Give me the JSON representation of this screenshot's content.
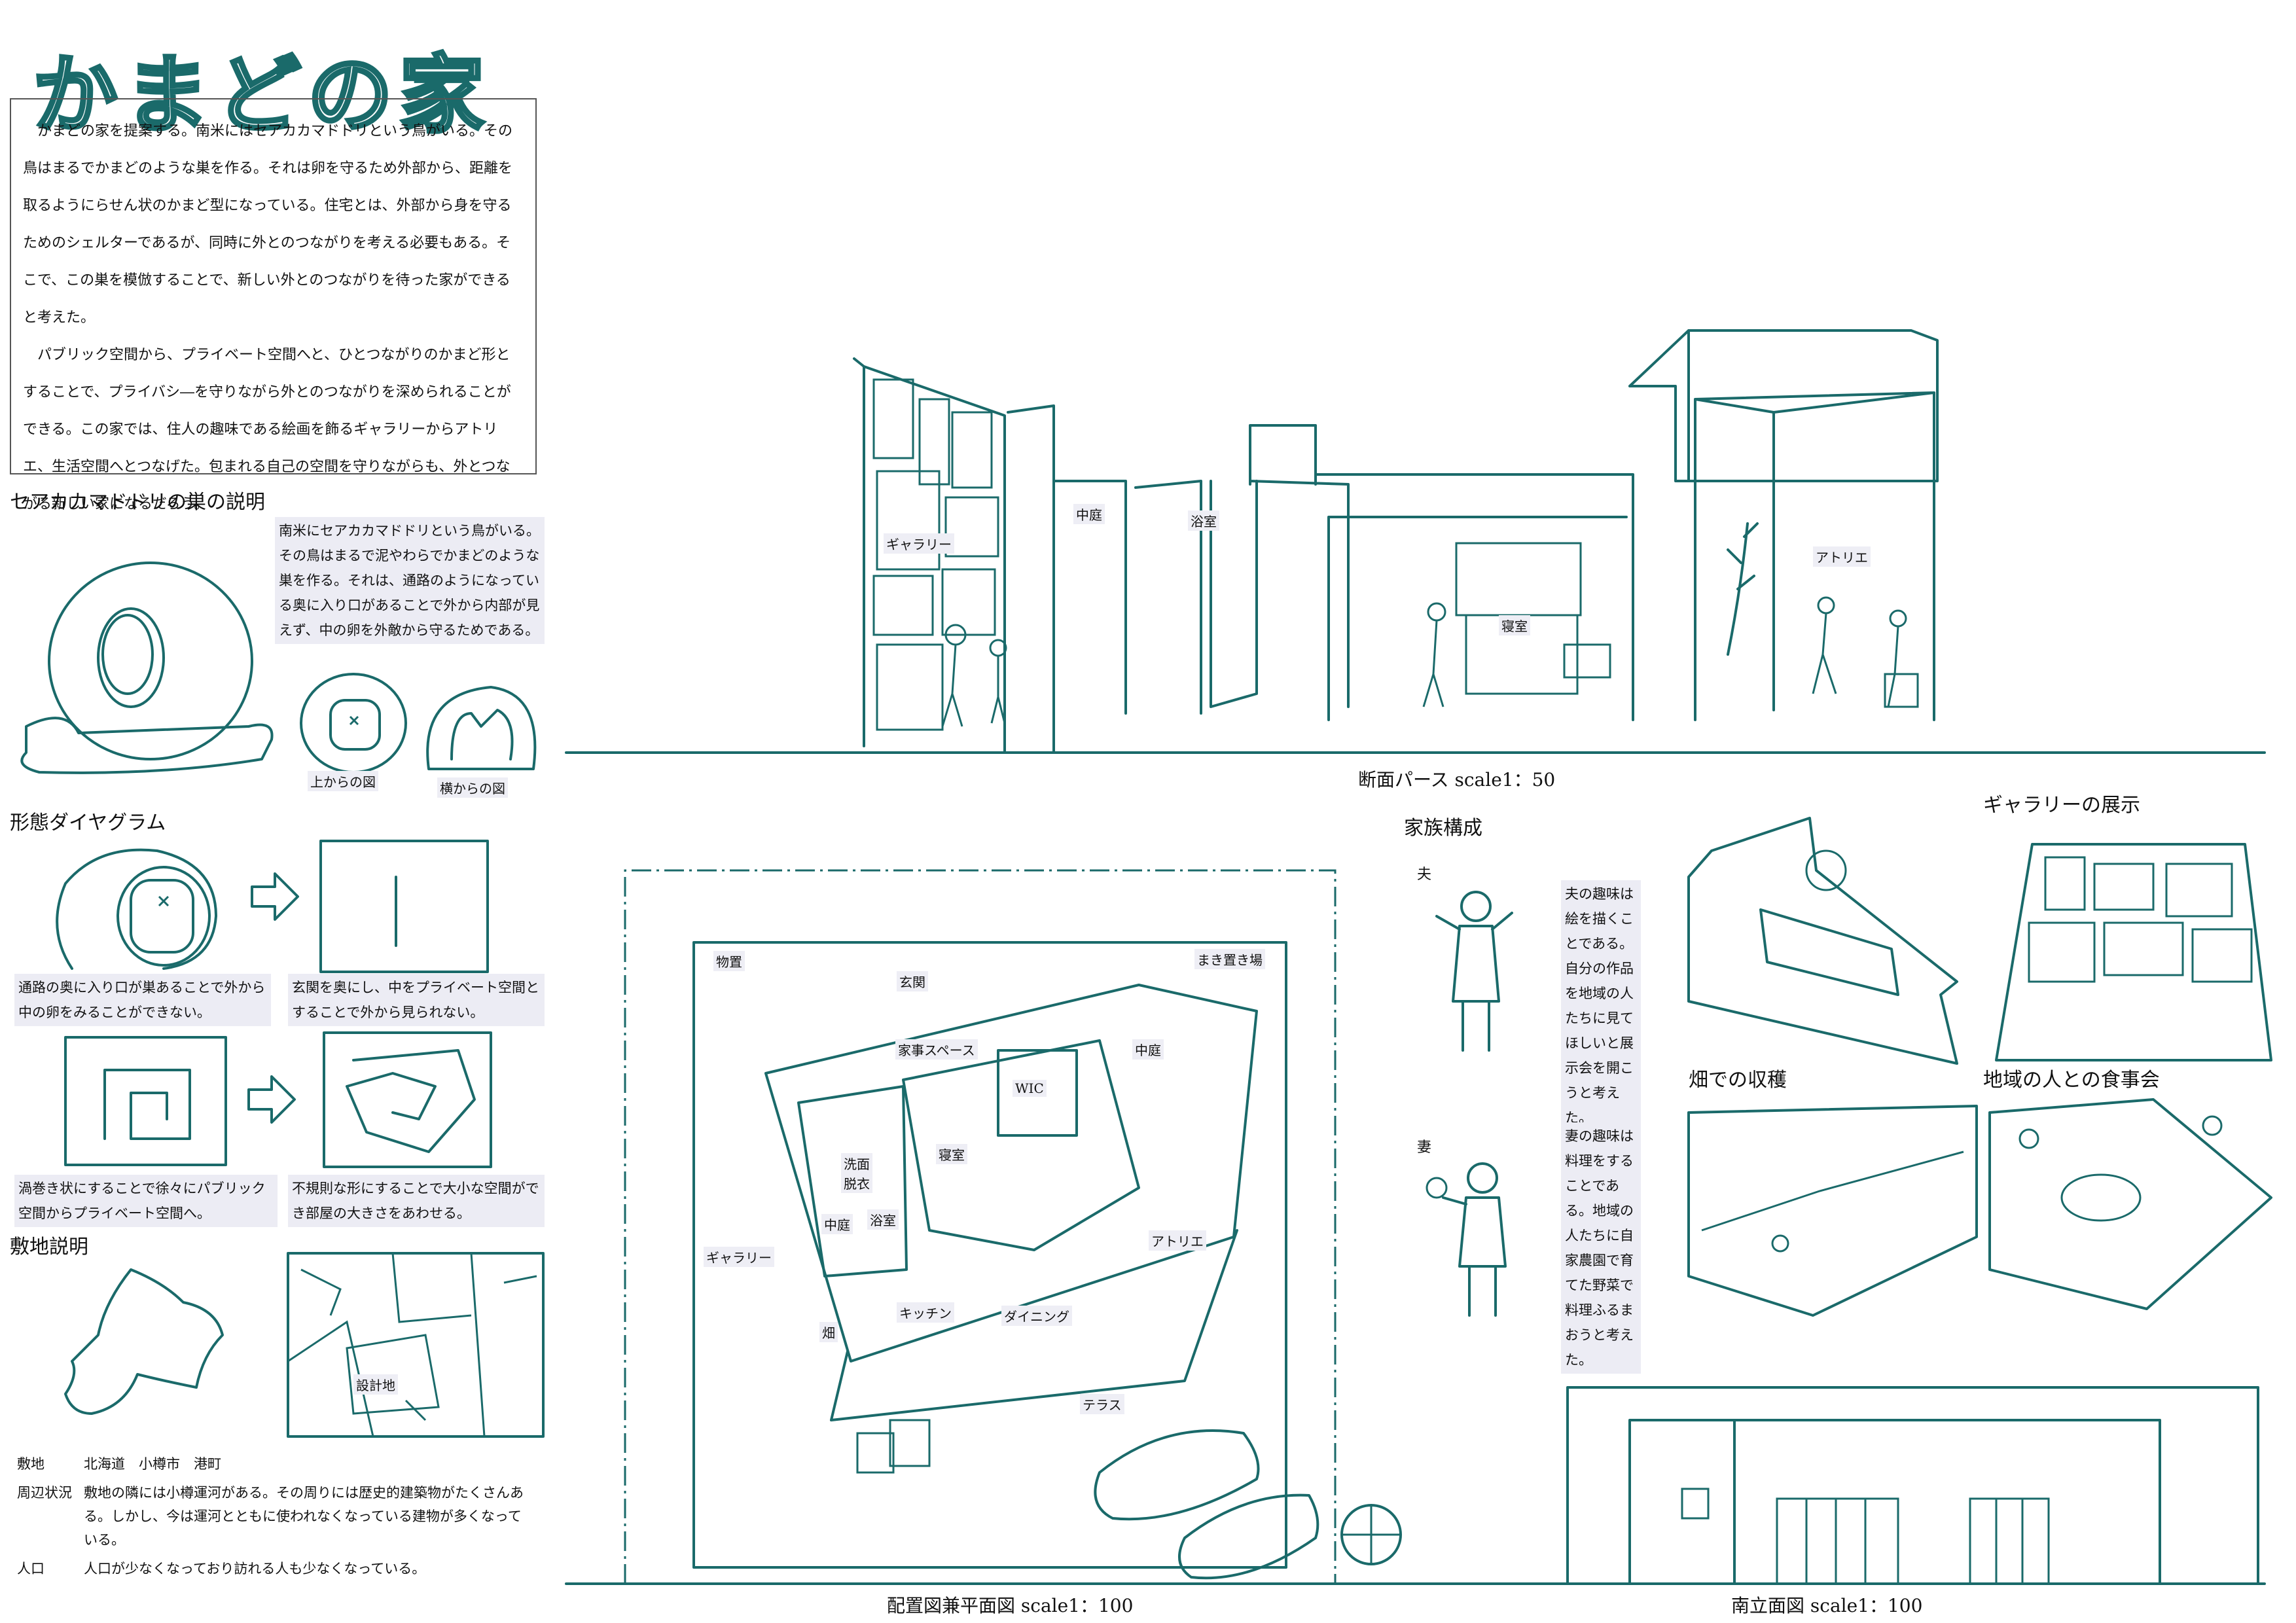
{
  "title": "かまどの家",
  "intro": {
    "p1": "かまどの家を提案する。南米にはセアカカマドドリという鳥がいる。その鳥はまるでかまどのような巣を作る。それは卵を守るため外部から、距離を取るようにらせん状のかまど型になっている。住宅とは、外部から身を守るためのシェルターであるが、同時に外とのつながりを考える必要もある。そこで、この巣を模倣することで、新しい外とのつながりを待った家ができると考えた。",
    "p2": "パブリック空間から、プライベート空間へと、ひとつながりのかまど形とすることで、プライバシ―を守りながら外とのつながりを深められることができる。この家では、住人の趣味である絵画を飾るギャラリーからアトリエ、生活空間へとつなげた。包まれる自己の空間を守りながらも、外とつながる新しい家になるだろう。"
  },
  "nest": {
    "heading": "セアカカマドドリの巣の説明",
    "text": "南米にセアカカマドドリという鳥がいる。その鳥はまるで泥やわらでかまどのような巣を作る。それは、通路のようになっている奥に入り口があることで外から内部が見えず、中の卵を外敵から守るためである。",
    "top_view": "上からの図",
    "side_view": "横からの図"
  },
  "form": {
    "heading": "形態ダイヤグラム",
    "note1": "通路の奥に入り口が巣あることで外から中の卵をみることができない。",
    "note2": "玄関を奥にし、中をプライベート空間とすることで外から見られない。",
    "note3": "渦巻き状にすることで徐々にパブリック空間からプライベート空間へ。",
    "note4": "不規則な形にすることで大小な空間ができ部屋の大きさをあわせる。"
  },
  "site": {
    "heading": "敷地説明",
    "site_label": "設計地",
    "rows": [
      {
        "k": "敷地",
        "v": "北海道　小樽市　港町"
      },
      {
        "k": "周辺状況",
        "v": "敷地の隣には小樽運河がある。その周りには歴史的建築物がたくさんある。しかし、今は運河とともに使われなくなっている建物が多くなっている。"
      },
      {
        "k": "人口",
        "v": "人口が少なくなっており訪れる人も少なくなっている。"
      }
    ]
  },
  "section": {
    "caption": "断面パース scale1：50",
    "labels": {
      "gallery": "ギャラリー",
      "courtyard": "中庭",
      "bath": "浴室",
      "bedroom": "寝室",
      "atelier": "アトリエ"
    }
  },
  "plan": {
    "caption": "配置図兼平面図 scale1：100",
    "rooms": {
      "storage": "物置",
      "entrance": "玄関",
      "wood": "まき置き場",
      "housework": "家事スペース",
      "wic": "WIC",
      "courtyard_r": "中庭",
      "bedroom": "寝室",
      "wash": "洗面",
      "dress": "脱衣",
      "courtyard_l": "中庭",
      "bath": "浴室",
      "gallery": "ギャラリー",
      "atelier": "アトリエ",
      "kitchen": "キッチン",
      "dining": "ダイニング",
      "field": "畑",
      "terrace": "テラス"
    }
  },
  "family": {
    "heading": "家族構成",
    "husband": "夫",
    "husband_text": "夫の趣味は絵を描くことである。自分の作品を地域の人たちに見てほしいと展示会を開こうと考えた。",
    "wife": "妻",
    "wife_text": "妻の趣味は料理をすることである。地域の人たちに自家農園で育てた野菜で料理ふるまおうと考えた。"
  },
  "scenes": {
    "gallery_show": "ギャラリーの展示",
    "harvest": "畑での収穫",
    "meal": "地域の人との食事会"
  },
  "elevation": {
    "caption": "南立面図 scale1：100"
  }
}
